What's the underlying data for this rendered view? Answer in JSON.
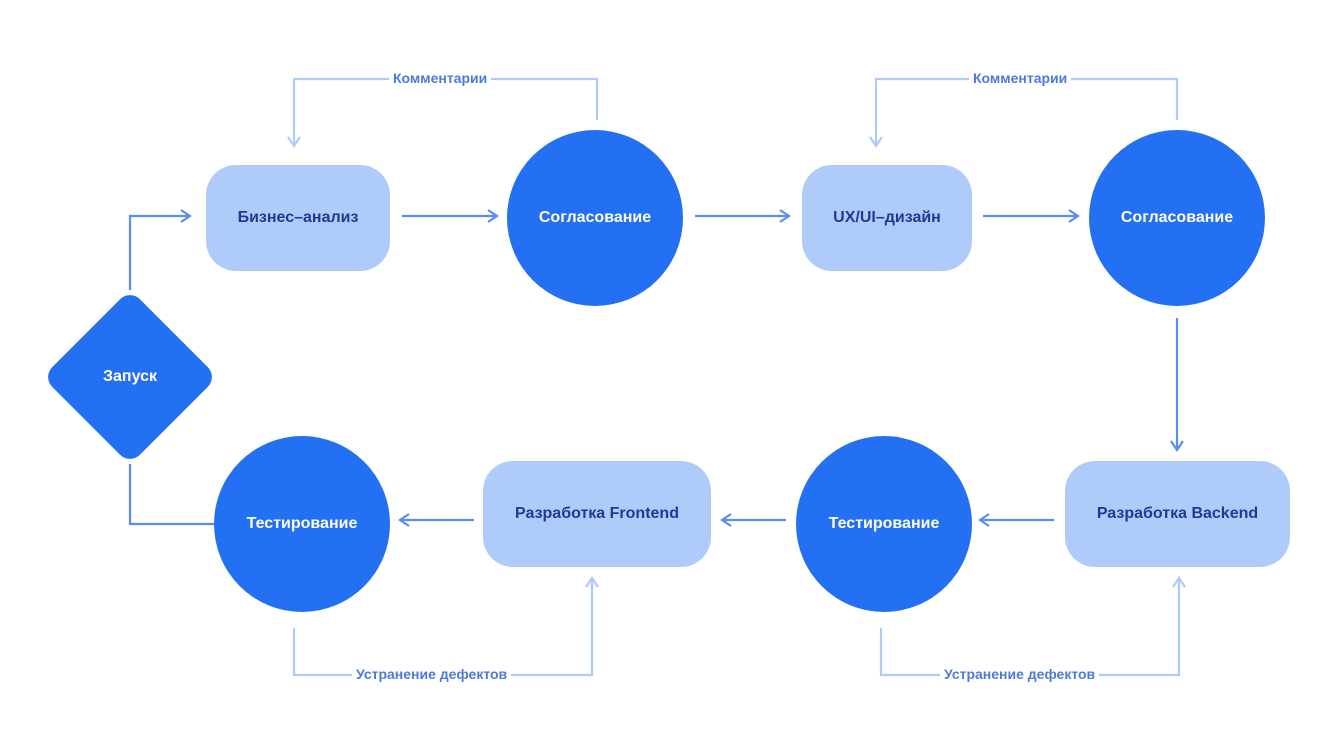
{
  "nodes": {
    "start": "Запуск",
    "business_analysis": "Бизнес–анализ",
    "approval_1": "Согласование",
    "ux_ui_design": "UX/UI–дизайн",
    "approval_2": "Согласование",
    "backend_dev": "Разработка Backend",
    "testing_1": "Тестирование",
    "frontend_dev": "Разработка Frontend",
    "testing_2": "Тестирование"
  },
  "feedback": {
    "comments_1": "Комментарии",
    "comments_2": "Комментарии",
    "fix_defects_1": "Устранение дефектов",
    "fix_defects_2": "Устранение дефектов"
  },
  "colors": {
    "primary": "#2470F2",
    "secondary": "#AECBFA",
    "secondary_text": "#1F3A93",
    "line": "#5B8DEF"
  }
}
